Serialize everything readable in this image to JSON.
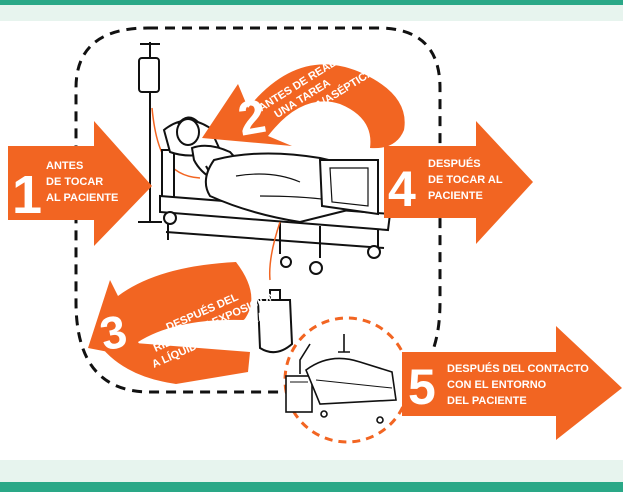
{
  "colors": {
    "accent": "#f26522",
    "teal": "#2aa887",
    "mint": "#e7f4ee",
    "ink": "#111111"
  },
  "moments": [
    {
      "number": "1",
      "lines": [
        "ANTES",
        "DE TOCAR",
        "AL PACIENTE"
      ]
    },
    {
      "number": "2",
      "lines": [
        "ANTES DE REALIZAR",
        "UNA TAREA",
        "LIMPIA/ASÉPTICA"
      ]
    },
    {
      "number": "3",
      "lines": [
        "DESPUÉS DEL",
        "RIESGO DE EXPOSICIÓN",
        "A LÍQUIDOS CORPORALES"
      ]
    },
    {
      "number": "4",
      "lines": [
        "DESPUÉS",
        "DE TOCAR AL",
        "PACIENTE"
      ]
    },
    {
      "number": "5",
      "lines": [
        "DESPUÉS DEL CONTACTO",
        "CON EL ENTORNO",
        "DEL PACIENTE"
      ]
    }
  ]
}
